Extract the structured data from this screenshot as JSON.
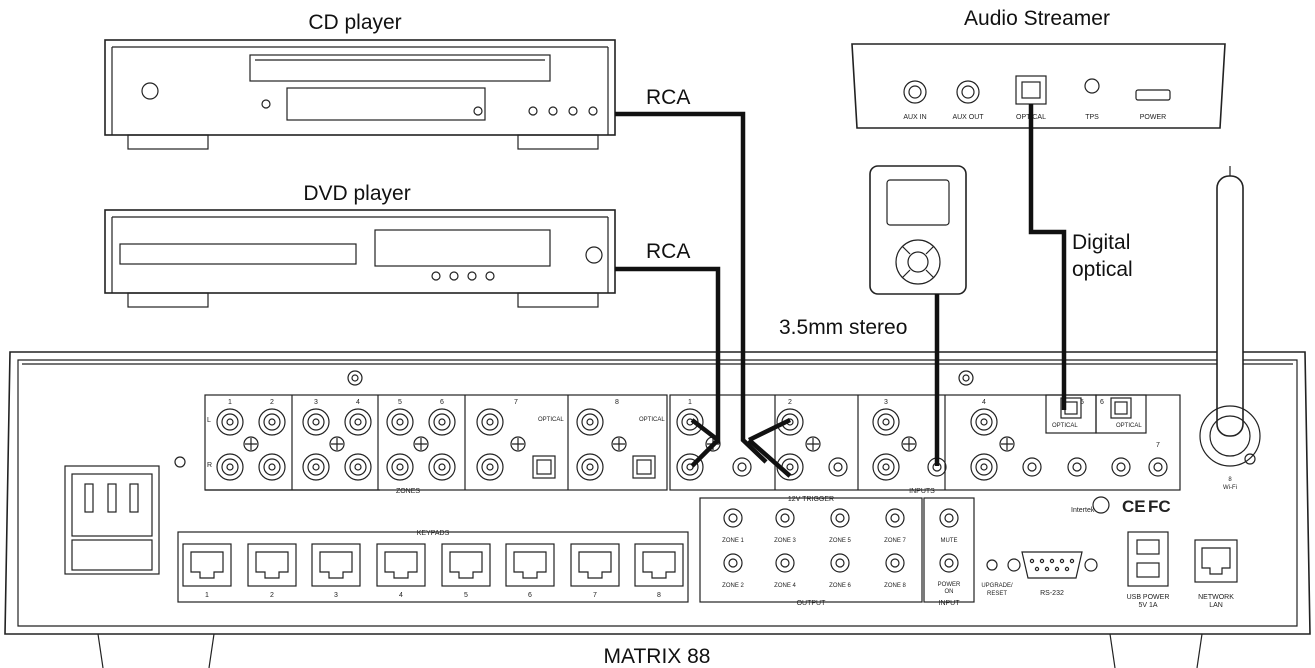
{
  "devices": {
    "cd_player": {
      "label": "CD player"
    },
    "dvd_player": {
      "label": "DVD player"
    },
    "audio_streamer": {
      "label": "Audio Streamer",
      "ports": [
        "AUX IN",
        "AUX OUT",
        "OPTICAL",
        "TPS",
        "POWER"
      ]
    },
    "matrix": {
      "label": "MATRIX 88"
    }
  },
  "cables": {
    "rca_cd": "RCA",
    "rca_dvd": "RCA",
    "stereo_35": "3.5mm stereo",
    "optical_line1": "Digital",
    "optical_line2": "optical"
  },
  "panel": {
    "zones_label": "ZONES",
    "zone_numbers": [
      "1",
      "2",
      "3",
      "4",
      "5",
      "6",
      "7",
      "8"
    ],
    "channel_l": "L",
    "channel_r": "R",
    "optical": "OPTICAL",
    "inputs_label": "INPUTS",
    "input_numbers": [
      "1",
      "2",
      "3",
      "4",
      "5",
      "6",
      "7"
    ],
    "keypads_label": "KEYPADS",
    "keypad_numbers": [
      "1",
      "2",
      "3",
      "4",
      "5",
      "6",
      "7",
      "8"
    ],
    "trigger_label": "12V TRIGGER",
    "trigger_zones": [
      "ZONE 1",
      "ZONE 3",
      "ZONE 5",
      "ZONE 7",
      "ZONE 2",
      "ZONE 4",
      "ZONE 6",
      "ZONE 8"
    ],
    "output_label": "OUTPUT",
    "mute": "MUTE",
    "power_on_1": "POWER",
    "power_on_2": "ON",
    "input_label": "INPUT",
    "upgrade_1": "UPGRADE/",
    "upgrade_2": "RESET",
    "rs232": "RS-232",
    "usb_1": "USB POWER",
    "usb_2": "5V 1A",
    "network_1": "NETWORK",
    "network_2": "LAN",
    "wifi_num": "8",
    "wifi": "Wi-Fi",
    "cert_ce": "CE",
    "cert_fc": "FC",
    "intertek": "Intertek"
  },
  "colors": {
    "line": "#222222",
    "cable": "#111111",
    "background": "#ffffff"
  }
}
